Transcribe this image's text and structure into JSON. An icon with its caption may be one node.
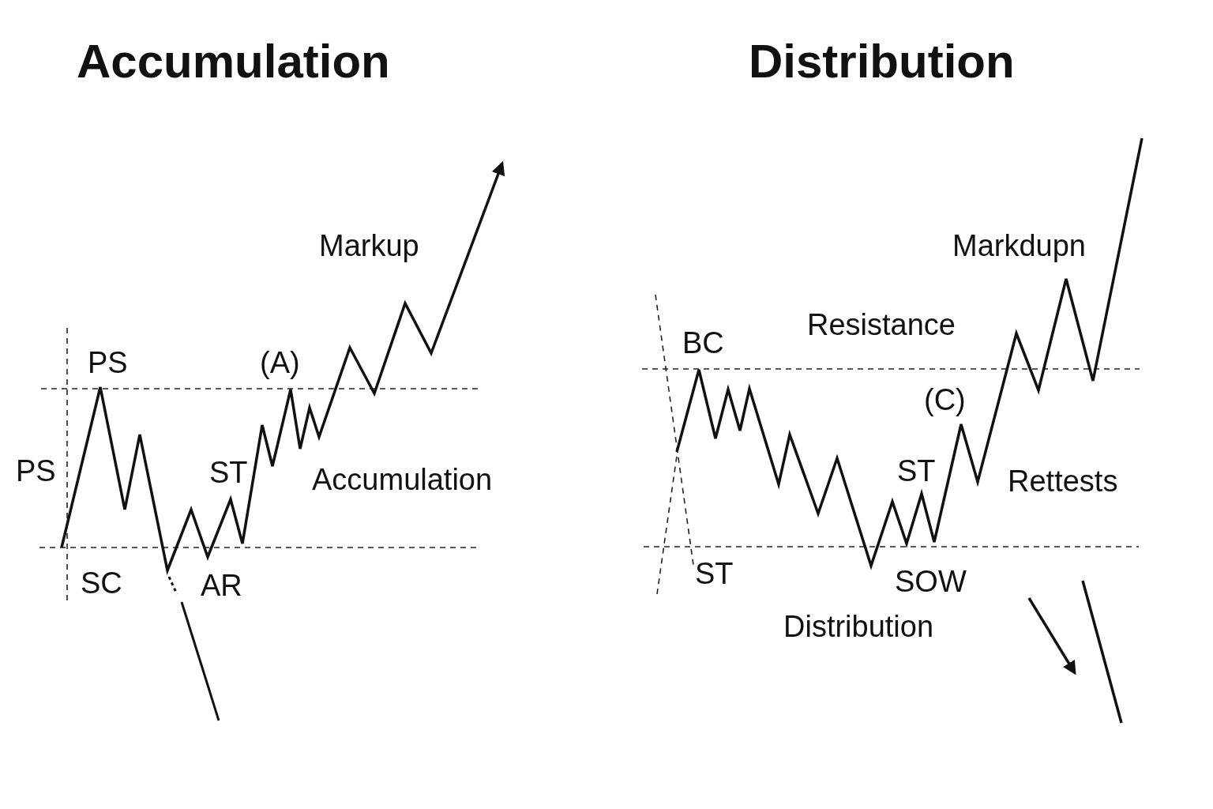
{
  "diagram": {
    "labels": [
      "Accumulation",
      "Distribution",
      "Markup",
      "Markdupn",
      "Resistance",
      "BC",
      "PS",
      "(A)",
      "(C)",
      "PS",
      "ST",
      "Accumulation",
      "ST",
      "Rettests",
      "SC",
      "AR",
      "ST",
      "SOW",
      "Distribution"
    ]
  }
}
